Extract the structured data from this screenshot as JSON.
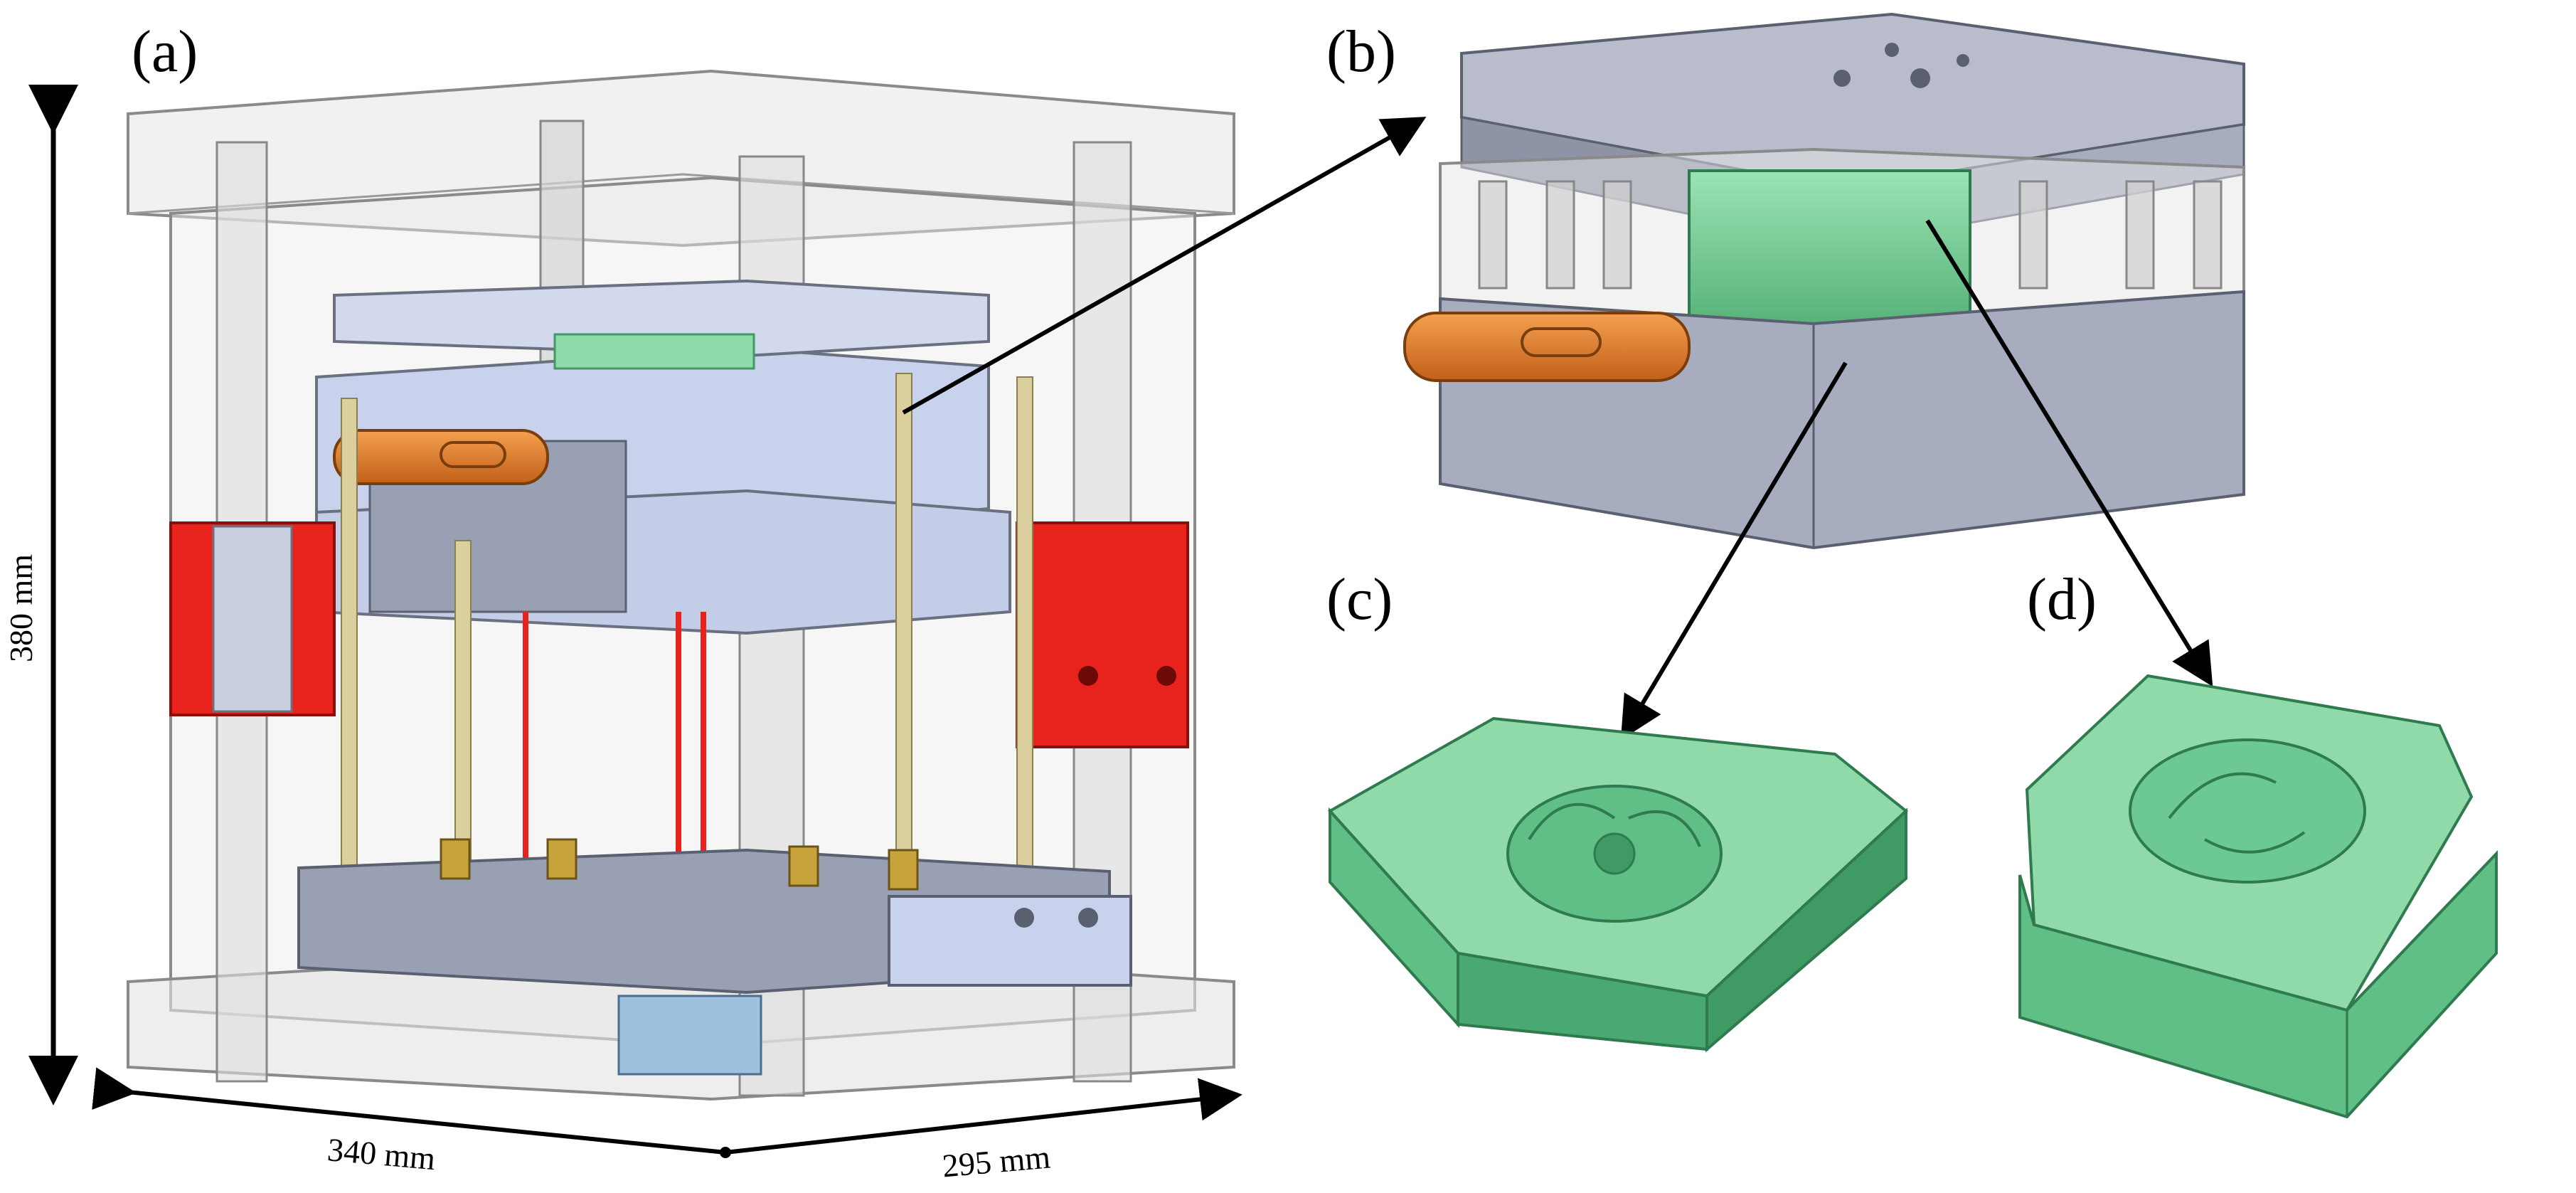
{
  "labels": {
    "a": "(a)",
    "b": "(b)",
    "c": "(c)",
    "d": "(d)"
  },
  "dimensions": {
    "height": "380 mm",
    "width": "340 mm",
    "depth": "295 mm"
  },
  "colors": {
    "frame": "#d9d9d9",
    "frame_edge": "#8a8a8a",
    "plate_blue": "#c9d2ec",
    "plate_gray": "#8e93a6",
    "slider_orange": "#e07a1f",
    "clamp_red": "#e8231e",
    "pin_tan": "#dccf9e",
    "part_green": "#5fbf84",
    "part_green_light": "#8fdaa8",
    "part_green_dark": "#3f9a64"
  }
}
